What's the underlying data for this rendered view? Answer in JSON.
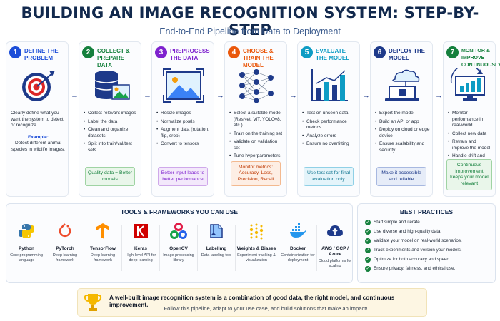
{
  "title": "BUILDING AN IMAGE RECOGNITION SYSTEM: STEP-BY-STEP",
  "subtitle": "End-to-End Pipeline from Data to Deployment",
  "steps": [
    {
      "number": "1",
      "title": "DEFINE THE PROBLEM",
      "color": "#1d4ed8",
      "icon": "target-icon",
      "description": "Clearly define what you want the system to detect or recognize.",
      "example_label": "Example:",
      "example_text": "Detect different animal species in wildlife images."
    },
    {
      "number": "2",
      "title": "COLLECT & PREPARE DATA",
      "color": "#15803d",
      "icon": "database-image-icon",
      "bullets": [
        "Collect relevant images",
        "Label the data",
        "Clean and organize datasets",
        "Split into train/val/test sets"
      ],
      "note": "Quality data = Better models",
      "note_bg": "#e9f6ea",
      "note_border": "#9fd3a3",
      "note_color": "#15803d"
    },
    {
      "number": "3",
      "title": "PREPROCESS THE DATA",
      "color": "#7e22ce",
      "icon": "image-frame-icon",
      "bullets": [
        "Resize images",
        "Normalize pixels",
        "Augment data (rotation, flip, crop)",
        "Convert to tensors"
      ],
      "note": "Better input leads to better performance",
      "note_bg": "#f3e8fb",
      "note_border": "#cfa8ea",
      "note_color": "#7e22ce"
    },
    {
      "number": "4",
      "title": "CHOOSE & TRAIN THE MODEL",
      "color": "#ea580c",
      "icon": "neural-network-icon",
      "bullets": [
        "Select a suitable model (ResNet, ViT, YOLOv8, etc.)",
        "Train on the training set",
        "Validate on validation set",
        "Tune hyperparameters"
      ],
      "note": "Monitor metrics: Accuracy, Loss, Precision, Recall",
      "note_bg": "#fdeee4",
      "note_border": "#f3b98f",
      "note_color": "#c2410c"
    },
    {
      "number": "5",
      "title": "EVALUATE THE MODEL",
      "color": "#0e9cc4",
      "icon": "bar-chart-icon",
      "bullets": [
        "Test on unseen data",
        "Check performance metrics",
        "Analyze errors",
        "Ensure no overfitting"
      ],
      "note": "Use test set for final evaluation only",
      "note_bg": "#e4f4fa",
      "note_border": "#8fd0e6",
      "note_color": "#0e7490"
    },
    {
      "number": "6",
      "title": "DEPLOY THE MODEL",
      "color": "#1e3a8a",
      "icon": "laptop-cloud-icon",
      "bullets": [
        "Export the model",
        "Build an API or app",
        "Deploy on cloud or edge device",
        "Ensure scalability and security"
      ],
      "note": "Make it accessible and reliable",
      "note_bg": "#e6ecf8",
      "note_border": "#a7b8e0",
      "note_color": "#1e3a8a"
    },
    {
      "number": "7",
      "title": "MONITOR & IMPROVE CONTINUOUSLY",
      "color": "#15803d",
      "icon": "monitor-chart-icon",
      "bullets": [
        "Monitor performance in real-world",
        "Collect new data",
        "Retrain and improve the model",
        "Handle drift and new scenarios"
      ],
      "note": "Continuous improvement keeps your model relevant",
      "note_bg": "#e9f6ea",
      "note_border": "#9fd3a3",
      "note_color": "#15803d"
    }
  ],
  "tools": {
    "title": "TOOLS & FRAMEWORKS YOU CAN USE",
    "items": [
      {
        "name": "Python",
        "desc": "Core programming language",
        "icon": "python-icon"
      },
      {
        "name": "PyTorch",
        "desc": "Deep learning framework",
        "icon": "pytorch-icon"
      },
      {
        "name": "TensorFlow",
        "desc": "Deep learning framework",
        "icon": "tensorflow-icon"
      },
      {
        "name": "Keras",
        "desc": "High-level API for deep learning",
        "icon": "keras-icon"
      },
      {
        "name": "OpenCV",
        "desc": "Image processing library",
        "icon": "opencv-icon"
      },
      {
        "name": "LabelImg",
        "desc": "Data labeling tool",
        "icon": "labelimg-icon"
      },
      {
        "name": "Weights & Biases",
        "desc": "Experiment tracking & visualization",
        "icon": "wandb-icon"
      },
      {
        "name": "Docker",
        "desc": "Containerization for deployment",
        "icon": "docker-icon"
      },
      {
        "name": "AWS / GCP / Azure",
        "desc": "Cloud platforms for scaling",
        "icon": "cloud-upload-icon"
      }
    ]
  },
  "best_practices": {
    "title": "BEST PRACTICES",
    "items": [
      "Start simple and iterate.",
      "Use diverse and high-quality data.",
      "Validate your model on real-world scenarios.",
      "Track experiments and version your models.",
      "Optimize for both accuracy and speed.",
      "Ensure privacy, fairness, and ethical use."
    ]
  },
  "footer": {
    "line1": "A well-built image recognition system is a combination of good data, the right model, and continuous improvement.",
    "line2": "Follow this pipeline, adapt to your use case, and build solutions that make an impact!",
    "icon": "trophy-icon"
  }
}
